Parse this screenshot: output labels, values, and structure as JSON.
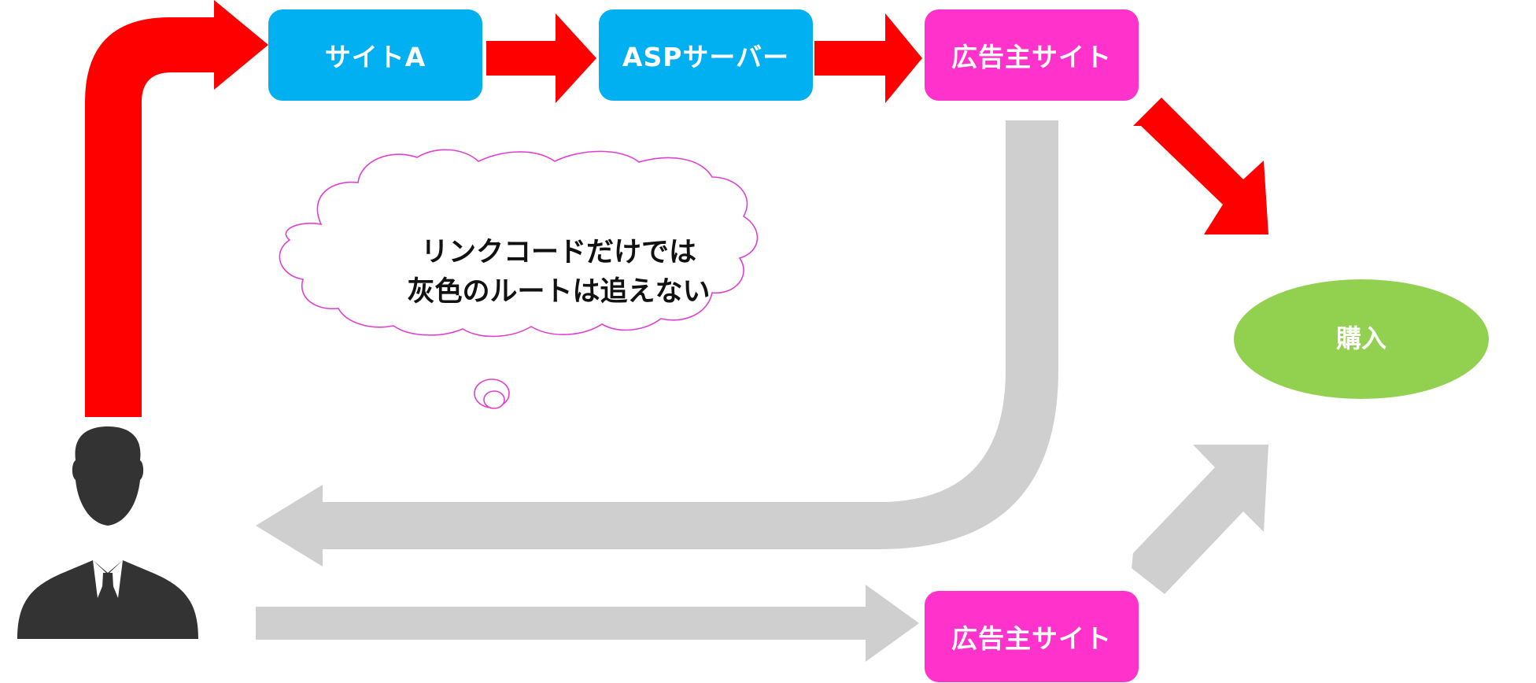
{
  "colors": {
    "box_blue": "#00B0F0",
    "box_pink": "#FF33CC",
    "route_red": "#FF0000",
    "route_gray": "#CFCFCF",
    "bubble_outline": "#E040D0",
    "purchase_green": "#92D050",
    "person": "#333333"
  },
  "flow": {
    "site_a": "サイトA",
    "asp_server": "ASPサーバー",
    "advertiser_site_top": "広告主サイト",
    "advertiser_site_bottom": "広告主サイト",
    "purchase": "購入"
  },
  "bubble": {
    "line1": "リンクコードだけでは",
    "line2": "灰色のルートは追えない"
  },
  "icons": {
    "user": "person-silhouette-icon",
    "thought": "thought-bubble-icon"
  }
}
